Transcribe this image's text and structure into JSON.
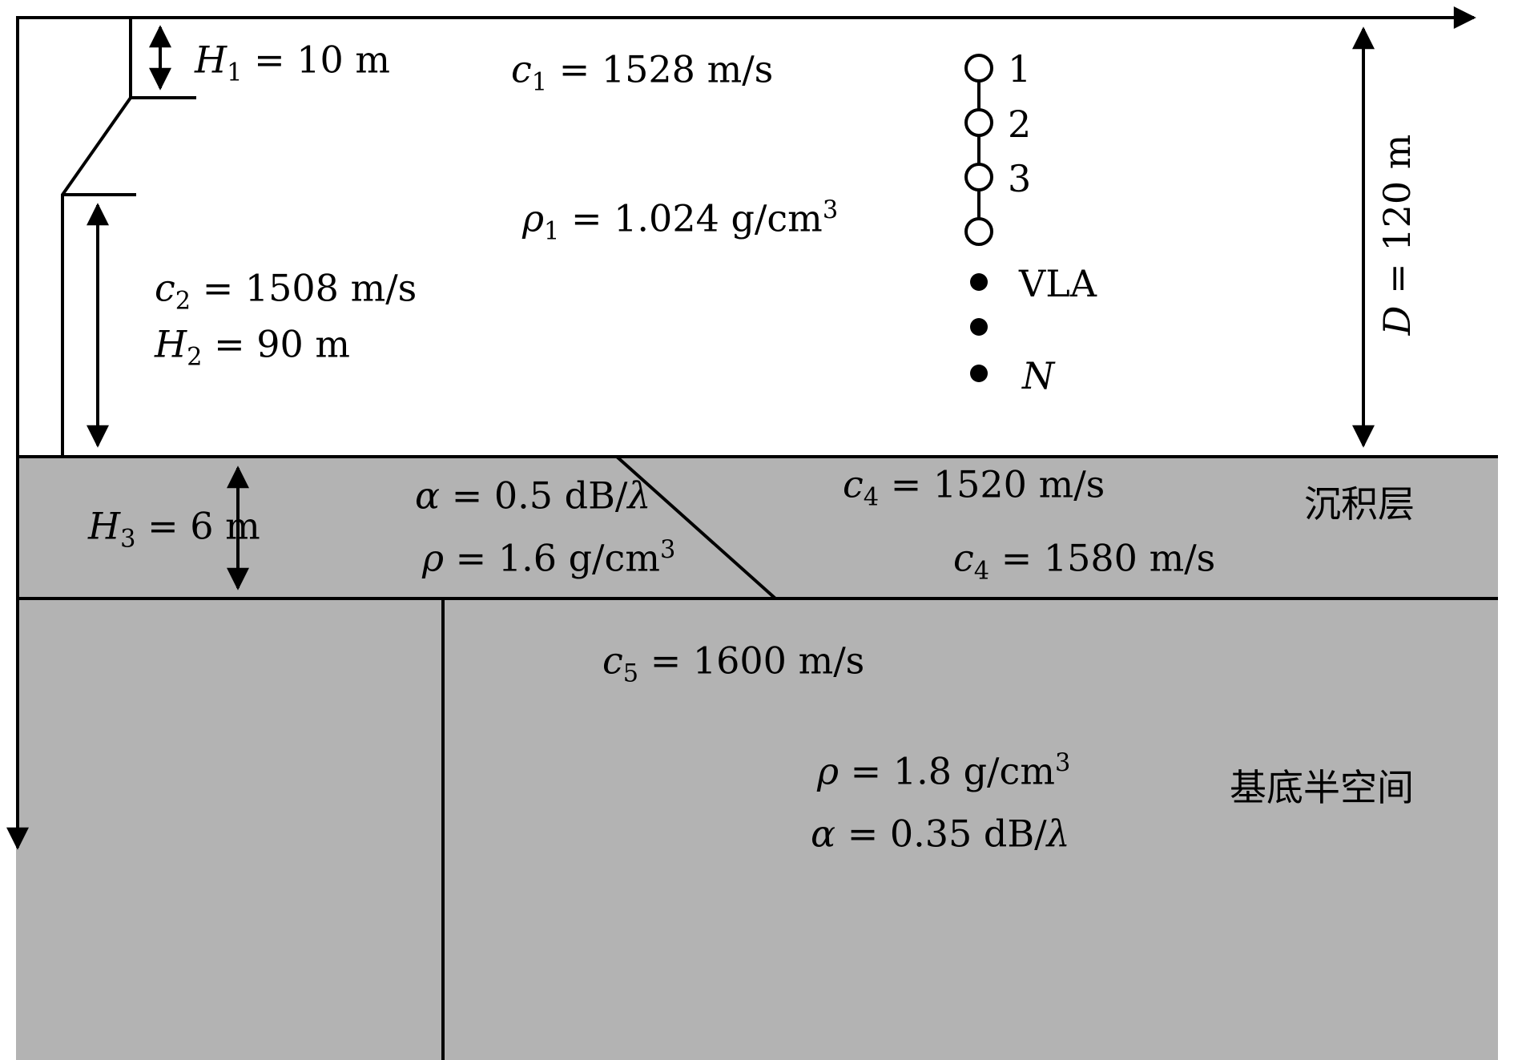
{
  "colors": {
    "background": "#ffffff",
    "layer_gray": "#b3b3b3",
    "line_black": "#000000"
  },
  "water": {
    "h1": {
      "var": "H",
      "sub": "1",
      "rest": " = 10 m"
    },
    "c1": {
      "var": "c",
      "sub": "1",
      "rest": " = 1528 m/s"
    },
    "rho1": {
      "var": "ρ",
      "sub": "1",
      "rest": " = 1.024 g/cm",
      "sup": "3"
    },
    "c2": {
      "var": "c",
      "sub": "2",
      "rest": " = 1508 m/s"
    },
    "h2": {
      "var": "H",
      "sub": "2",
      "rest": " = 90 m"
    },
    "depth": {
      "var": "D",
      "rest": " = 120 m"
    }
  },
  "receiver_array": {
    "hydrophone_labels": [
      "1",
      "2",
      "3"
    ],
    "vla_label": "VLA",
    "n_label": "N"
  },
  "sediment": {
    "h3": {
      "var": "H",
      "sub": "3",
      "rest": " = 6 m"
    },
    "alpha": {
      "var": "α",
      "rest": " = 0.5 dB/",
      "tail": "λ"
    },
    "rho": {
      "var": "ρ",
      "rest": " = 1.6 g/cm",
      "sup": "3"
    },
    "c4_upper": {
      "var": "c",
      "sub": "4",
      "rest": " = 1520 m/s"
    },
    "c4_lower": {
      "var": "c",
      "sub": "4",
      "rest": " = 1580 m/s"
    },
    "name": "沉积层"
  },
  "basement": {
    "c5": {
      "var": "c",
      "sub": "5",
      "rest": " = 1600 m/s"
    },
    "rho": {
      "var": "ρ",
      "rest": " = 1.8 g/cm",
      "sup": "3"
    },
    "alpha": {
      "var": "α",
      "rest": " = 0.35 dB/",
      "tail": "λ"
    },
    "name": "基底半空间"
  }
}
